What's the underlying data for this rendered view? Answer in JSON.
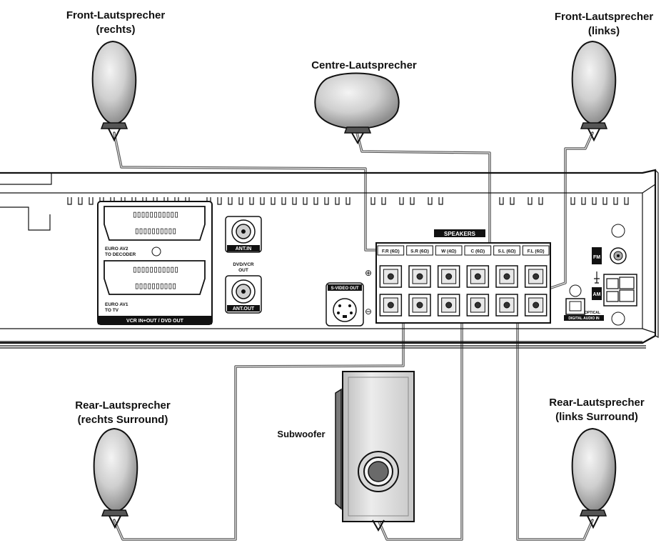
{
  "speakers": {
    "front_right": {
      "line1": "Front-Lautsprecher",
      "line2": "(rechts)"
    },
    "front_left": {
      "line1": "Front-Lautsprecher",
      "line2": "(links)"
    },
    "centre": {
      "line1": "Centre-Lautsprecher"
    },
    "rear_right": {
      "line1": "Rear-Lautsprecher",
      "line2": "(rechts Surround)"
    },
    "rear_left": {
      "line1": "Rear-Lautsprecher",
      "line2": "(links Surround)"
    },
    "subwoofer": {
      "line1": "Subwoofer"
    }
  },
  "panel": {
    "speakers_title": "SPEAKERS",
    "terminals": [
      "F.R (6Ω)",
      "S.R (6Ω)",
      "W (4Ω)",
      "C (6Ω)",
      "S.L (6Ω)",
      "F.L (6Ω)"
    ],
    "plus": "⊕",
    "minus": "⊖",
    "euro_av2": "EURO AV2",
    "to_decoder": "TO DECODER",
    "euro_av1": "EURO AV1",
    "to_tv": "TO TV",
    "vcr_bar": "VCR IN+OUT / DVD OUT",
    "ant_in": "ANT.IN",
    "dvd_vcr": "DVD/VCR",
    "out": "OUT",
    "ant_out": "ANT.OUT",
    "svideo": "S-VIDEO OUT",
    "fm": "FM",
    "am": "AM",
    "optical": "OPTICAL",
    "digital_audio_in": "DIGITAL AUDIO IN"
  }
}
